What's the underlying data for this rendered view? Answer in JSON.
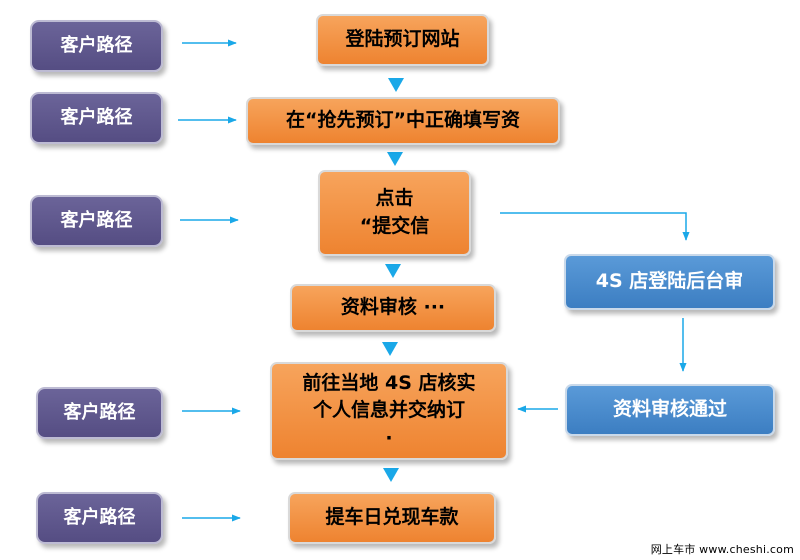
{
  "customer_path_label": "客户路径",
  "steps": {
    "s1": "登陆预订网站",
    "s2": "在“抢先预订”中正确填写资",
    "s3_line1": "点击",
    "s3_line2": "“提交信",
    "s4": "资料审核 ···",
    "s5_line1": "前往当地 4S 店核实",
    "s5_line2": "个人信息并交纳订",
    "s5_line3": "·",
    "s6": "提车日兑现车款"
  },
  "dealer": {
    "d1": "4S 店登陆后台审",
    "d2": "资料审核通过"
  },
  "footer": "网上车市 www.cheshi.com",
  "colors": {
    "customer": "#5c5589",
    "step": "#f28f3b",
    "dealer": "#4a8ccf",
    "arrow": "#1aa8e8"
  }
}
